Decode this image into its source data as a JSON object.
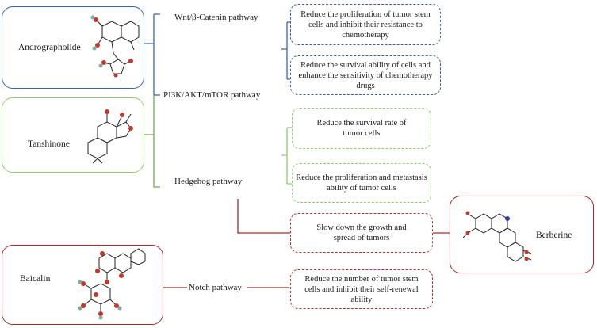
{
  "colors": {
    "blue": "#3a63b8",
    "green": "#8fcf6a",
    "red": "#a52a2a",
    "dash_blue": "#3d5fa8",
    "dash_green": "#8fcf6a",
    "dash_red": "#b03030"
  },
  "compounds": {
    "andrographolide": "Andrographolide",
    "tanshinone": "Tanshinone",
    "baicalin": "Baicalin",
    "berberine": "Berberine"
  },
  "pathways": {
    "wnt": "Wnt/β-Catenin pathway",
    "pi3k": "PI3K/AKT/mTOR pathway",
    "hedgehog": "Hedgehog pathway",
    "notch": "Notch pathway"
  },
  "effects": {
    "blue_1": "Reduce the proliferation of tumor stem cells and inhibit their resistance to chemotherapy",
    "blue_2": "Reduce the survival ability of cells and enhance the sensitivity of chemotherapy drugs",
    "green_1": "Reduce the survival rate of tumor cells",
    "green_2": "Reduce the proliferation and metastasis ability of tumor cells",
    "red_1": "Slow down the growth and spread of tumors",
    "red_2": "Reduce the number of tumor stem cells and inhibit their self-renewal ability"
  }
}
